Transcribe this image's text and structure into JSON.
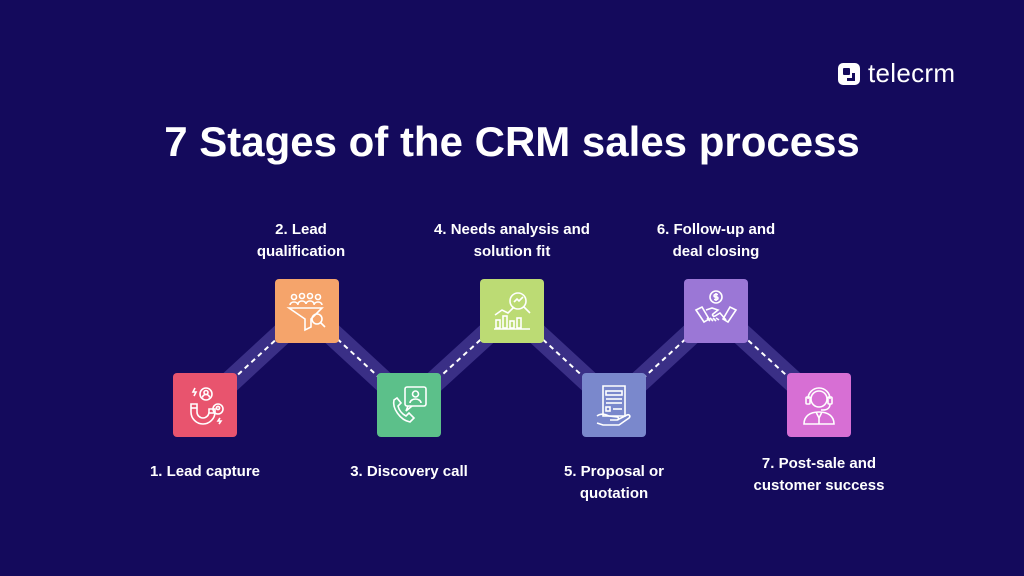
{
  "brand": {
    "name": "telecrm"
  },
  "title": "7 Stages of the CRM sales process",
  "stages": [
    {
      "label": "1. Lead capture",
      "icon": "magnet-icon",
      "color": "#e8546e"
    },
    {
      "label": "2. Lead qualification",
      "icon": "funnel-icon",
      "color": "#f5a46b"
    },
    {
      "label": "3. Discovery call",
      "icon": "phone-call-icon",
      "color": "#5cc08a"
    },
    {
      "label": "4. Needs analysis and solution fit",
      "icon": "analysis-chart-icon",
      "color": "#bcdb74"
    },
    {
      "label": "5. Proposal or quotation",
      "icon": "proposal-document-icon",
      "color": "#7a88cc"
    },
    {
      "label": "6. Follow-up and deal closing",
      "icon": "handshake-icon",
      "color": "#9b77d6"
    },
    {
      "label": "7. Post-sale and customer success",
      "icon": "headset-support-icon",
      "color": "#d76fd4"
    }
  ],
  "stage_labels": {
    "s1": "1. Lead capture",
    "s2a": "2. Lead",
    "s2b": "qualification",
    "s3": "3. Discovery call",
    "s4a": "4. Needs analysis and",
    "s4b": "solution fit",
    "s5a": "5. Proposal or",
    "s5b": "quotation",
    "s6a": "6. Follow-up and",
    "s6b": "deal closing",
    "s7a": "7. Post-sale and",
    "s7b": "customer success"
  }
}
